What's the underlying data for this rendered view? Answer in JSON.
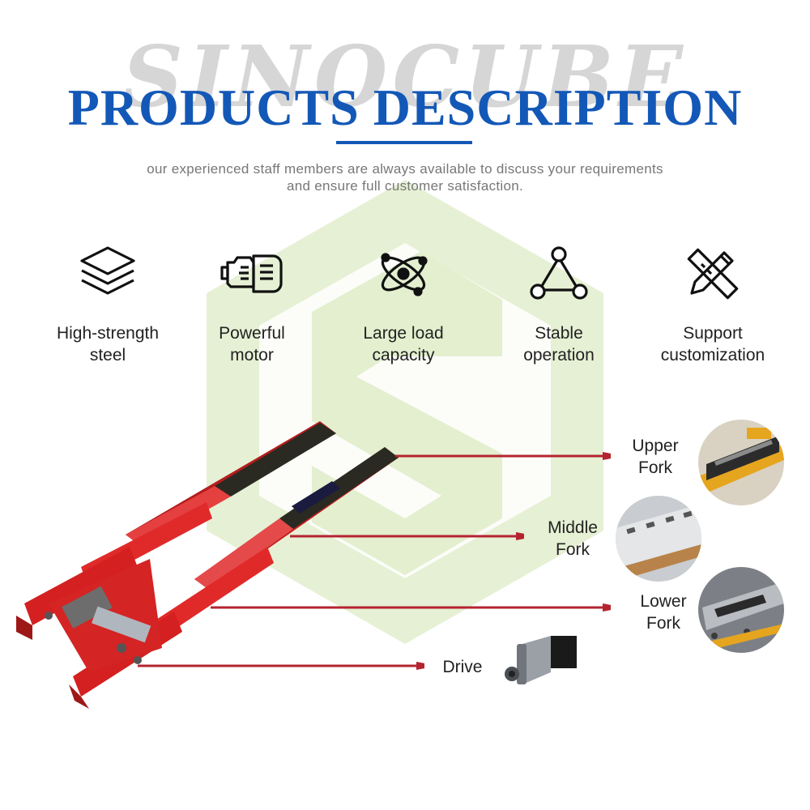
{
  "watermark": "SINOCUBE",
  "title": "PRODUCTS DESCRIPTION",
  "subtitle": {
    "line1": "our experienced staff members are always available to discuss your requirements",
    "line2": "and ensure full customer satisfaction."
  },
  "features": [
    {
      "icon": "layers-icon",
      "line1": "High-strength",
      "line2": "steel"
    },
    {
      "icon": "motor-icon",
      "line1": "Powerful",
      "line2": "motor"
    },
    {
      "icon": "atom-icon",
      "line1": "Large load",
      "line2": "capacity"
    },
    {
      "icon": "triangle-nodes-icon",
      "line1": "Stable",
      "line2": "operation"
    },
    {
      "icon": "tools-icon",
      "line1": "Support",
      "line2": "customization"
    }
  ],
  "callouts": {
    "upper": {
      "line1": "Upper",
      "line2": "Fork"
    },
    "middle": {
      "line1": "Middle",
      "line2": "Fork"
    },
    "lower": {
      "line1": "Lower",
      "line2": "Fork"
    },
    "drive": "Drive"
  },
  "colors": {
    "title": "#1358b7",
    "logo_green": "#e3efcf",
    "fork_red": "#e02a2a",
    "arrow": "#b42430"
  }
}
